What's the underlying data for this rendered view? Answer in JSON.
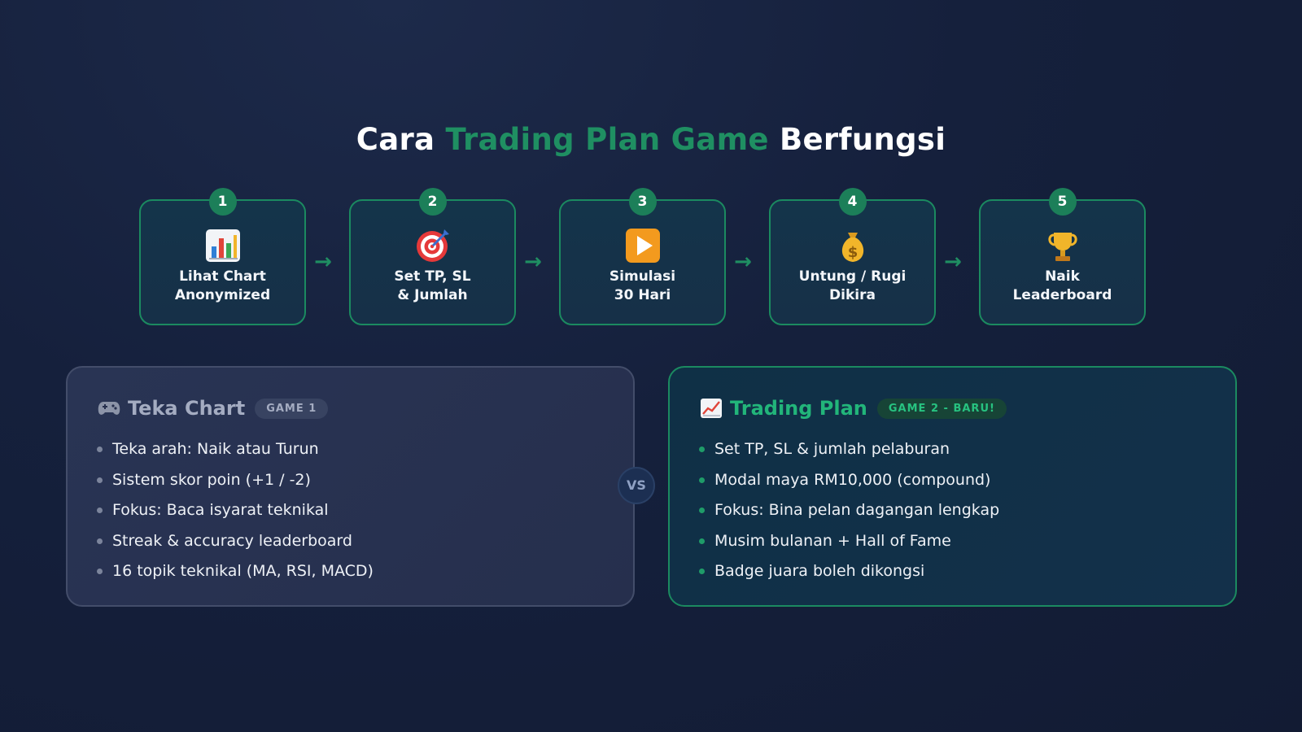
{
  "title": {
    "pre": "Cara ",
    "accent": "Trading Plan Game",
    "post": " Berfungsi"
  },
  "steps": [
    {
      "num": "1",
      "icon": "bar-chart-icon",
      "label": "Lihat Chart\nAnonymized"
    },
    {
      "num": "2",
      "icon": "target-icon",
      "label": "Set TP, SL\n& Jumlah"
    },
    {
      "num": "3",
      "icon": "play-icon",
      "label": "Simulasi\n30 Hari"
    },
    {
      "num": "4",
      "icon": "money-bag-icon",
      "label": "Untung / Rugi\nDikira"
    },
    {
      "num": "5",
      "icon": "trophy-icon",
      "label": "Naik\nLeaderboard"
    }
  ],
  "arrow": "→",
  "games": {
    "left": {
      "icon": "gamepad-icon",
      "title": "Teka Chart",
      "badge": "GAME 1",
      "items": [
        "Teka arah: Naik atau Turun",
        "Sistem skor poin (+1 / -2)",
        "Fokus: Baca isyarat teknikal",
        "Streak & accuracy leaderboard",
        "16 topik teknikal (MA, RSI, MACD)"
      ]
    },
    "right": {
      "icon": "trend-chart-icon",
      "title": "Trading Plan",
      "badge": "GAME 2 - BARU!",
      "items": [
        "Set TP, SL & jumlah pelaburan",
        "Modal maya RM10,000 (compound)",
        "Fokus: Bina pelan dagangan lengkap",
        "Musim bulanan + Hall of Fame",
        "Badge juara boleh dikongsi"
      ]
    }
  },
  "vs": "VS",
  "colors": {
    "accent": "#1f8f62",
    "background": "#15203c",
    "card_border": "#1b8a60"
  }
}
